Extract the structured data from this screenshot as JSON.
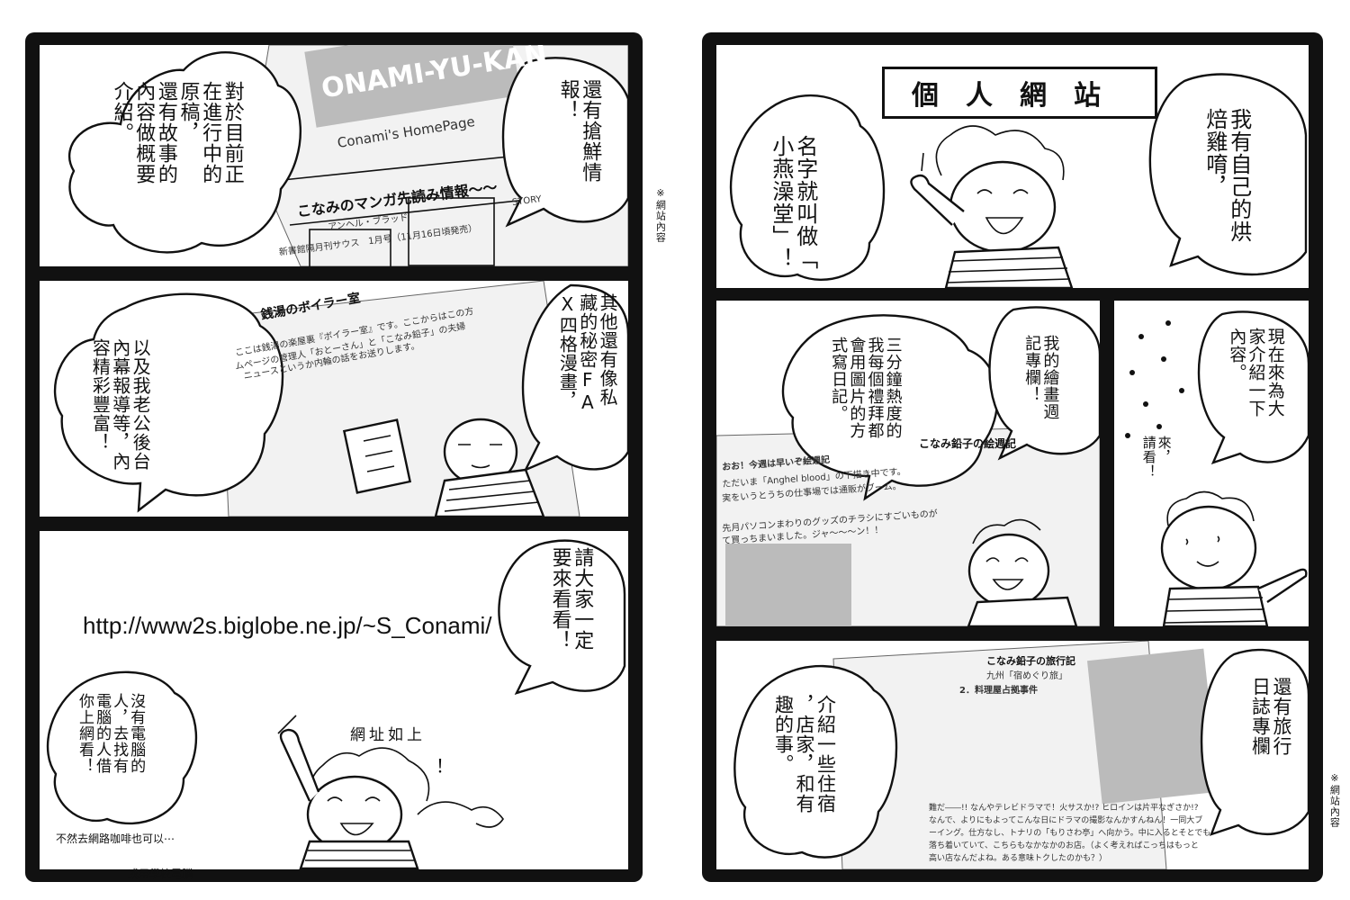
{
  "left_page": {
    "panel1": {
      "bubble_left": "對於目前正\n在進行中的\n原稿，\n還有故事的\n內容做概要\n介紹。",
      "bubble_right": "還有搶鮮情\n報！",
      "scrap_heading": "こなみのマンガ先読み情報～～",
      "scrap_banner": "ONAMI-YU-KAN",
      "scrap_sub": "Conami's HomePage",
      "scrap_line1": "アンヘル・ブラッド",
      "scrap_line2": "新書館隔月刊サウス　1月号（11月16日頃発売）",
      "scrap_story": "STORY"
    },
    "side_note": "※網站內容",
    "panel2": {
      "bubble_left": "以及我老公後台\n內幕報導等，內\n容精彩豐富！",
      "bubble_right": "其他還有像私\n藏的秘密FA\nX四格漫畫，",
      "scrap_heading": "銭湯のボイラー室",
      "scrap_line1": "ここは銭湯の楽屋裏『ボイラー室』です。ここからはこの方",
      "scrap_line2": "ムページの管理人「おとーさん」と「こなみ鉛子」の夫婦",
      "scrap_line3": "ニュースというか内輪の話をお送りします。"
    },
    "panel3": {
      "url": "http://www2s.biglobe.ne.jp/~S_Conami/",
      "bubble_right": "請大家一定\n要來看看！",
      "bubble_left": "沒有電腦的\n人，去找有\n電腦的人借\n你上網看！",
      "caption": "網址如上",
      "exclaim": "！",
      "note_bottom": "不然去網路咖啡也可以⋯",
      "note_below": "或用學校電腦⋯⋯"
    }
  },
  "right_page": {
    "panel1": {
      "sign": "個人網站",
      "bubble_left": "名字就叫做「\n小燕澡堂」！",
      "bubble_right": "我有自己的烘\n焙雞唷，"
    },
    "panel2": {
      "bubble": "三分鐘熱度的\n我每個禮拜都\n會用圖片的方\n式寫日記。",
      "bubble_top": "我的繪畫週\n記專欄！",
      "scrap_heading": "こなみ鉛子の絵週記",
      "scrap_line1": "おお！今週は早いぞ絵週記",
      "scrap_line2": "ただいま「Anghel blood」の下描き中です。",
      "scrap_line3": "実をいうとうちの仕事場では通販がブーム。",
      "scrap_line4": "先月パソコンまわりのグッズのチラシにすごいものが",
      "scrap_line5": "て買っちまいました。ジャ～～～ン！！"
    },
    "panel3": {
      "bubble": "現在來為大\n家介紹一下\n內容。",
      "caption": "來，\n請看！"
    },
    "panel4": {
      "bubble_left": "介紹一些住宿\n，店家，和有\n趣的事。",
      "bubble_right": "還有旅行\n日誌專欄",
      "scrap_heading": "こなみ鉛子の旅行記",
      "scrap_line1": "九州「宿めぐり旅」",
      "scrap_line2": "2．料理屋占拠事件",
      "scrap_line3": "難だ――!! なんやテレビドラマで！火サスか!? ヒロインは片平なぎさか!?",
      "scrap_line4": "なんで、よりにもよってこんな日にドラマの撮影なんかすんねん！一同大ブ",
      "scrap_line5": "ーイング。仕方なし、トナリの「もりさわ亭」へ向かう。中に入るとそとでも",
      "scrap_line6": "落ち着いていて、こちらもなかなかのお店。（よく考えればこっちはもっと",
      "scrap_line7": "高い店なんだよね。ある意味トクしたのかも？）"
    },
    "side_note": "※網站內容"
  }
}
